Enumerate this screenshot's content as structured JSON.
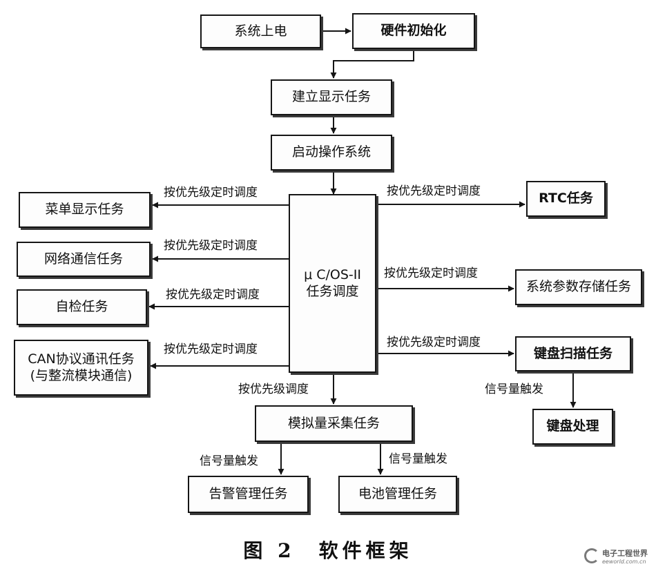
{
  "boxes": {
    "power_on": "系统上电",
    "hw_init": "硬件初始化",
    "create_display": "建立显示任务",
    "start_os": "启动操作系统",
    "scheduler_line1": "μ C/OS-II",
    "scheduler_line2": "任务调度",
    "menu_display": "菜单显示任务",
    "network_comm": "网络通信任务",
    "self_test": "自检任务",
    "can_comm_line1": "CAN协议通讯任务",
    "can_comm_line2": "(与整流模块通信)",
    "rtc": "RTC任务",
    "param_store": "系统参数存储任务",
    "key_scan": "键盘扫描任务",
    "key_process": "键盘处理",
    "analog_acq": "模拟量采集任务",
    "alarm_mgmt": "告警管理任务",
    "battery_mgmt": "电池管理任务"
  },
  "labels": {
    "sched_timed": "按优先级定时调度",
    "sched_priority": "按优先级调度",
    "signal_trigger": "信号量触发"
  },
  "caption": "图 2　软件框架",
  "watermark": {
    "name": "电子工程世界",
    "url": "eeworld.com.cn"
  }
}
